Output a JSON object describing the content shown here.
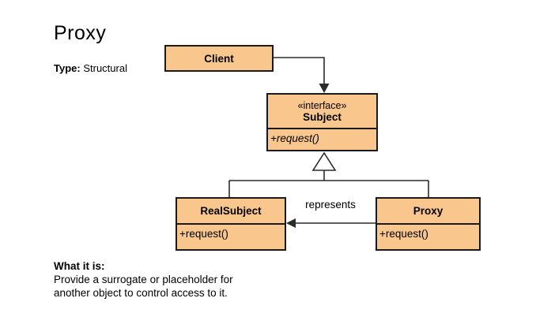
{
  "title": "Proxy",
  "type_label": "Type:",
  "type_value": " Structural",
  "colors": {
    "box_fill": "#f9c78e",
    "box_border": "#1a1a1a",
    "line": "#2b2b2b",
    "background": "#ffffff"
  },
  "boxes": {
    "client": {
      "title": "Client"
    },
    "subject": {
      "stereotype": "«interface»",
      "title": "Subject",
      "members": [
        "+request()"
      ]
    },
    "realsubject": {
      "title": "RealSubject",
      "members": [
        "+request()"
      ]
    },
    "proxy": {
      "title": "Proxy",
      "members": [
        "+request()"
      ]
    }
  },
  "labels": {
    "represents": "represents"
  },
  "footer": {
    "heading": "What it is:",
    "line1": "Provide a surrogate or placeholder for",
    "line2": "another object to control access to it."
  }
}
